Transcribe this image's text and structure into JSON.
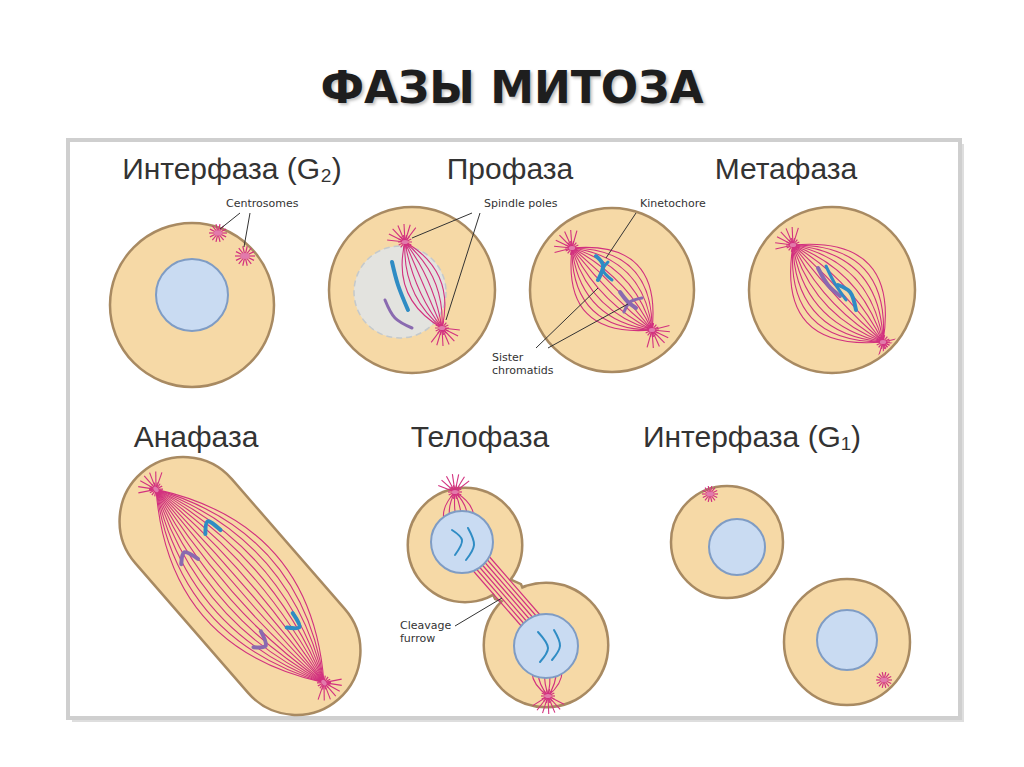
{
  "diagram": {
    "title": "ФАЗЫ МИТОЗА",
    "labels": [
      "Интерфаза (G₂)",
      "Профаза",
      "Метафаза",
      "Centrosomes",
      "Spindle poles",
      "Kinetochore",
      "Sister chromatids",
      "Анафаза",
      "Телофаза",
      "Интерфаза (G₁)",
      "Cleavage furrow"
    ]
  }
}
